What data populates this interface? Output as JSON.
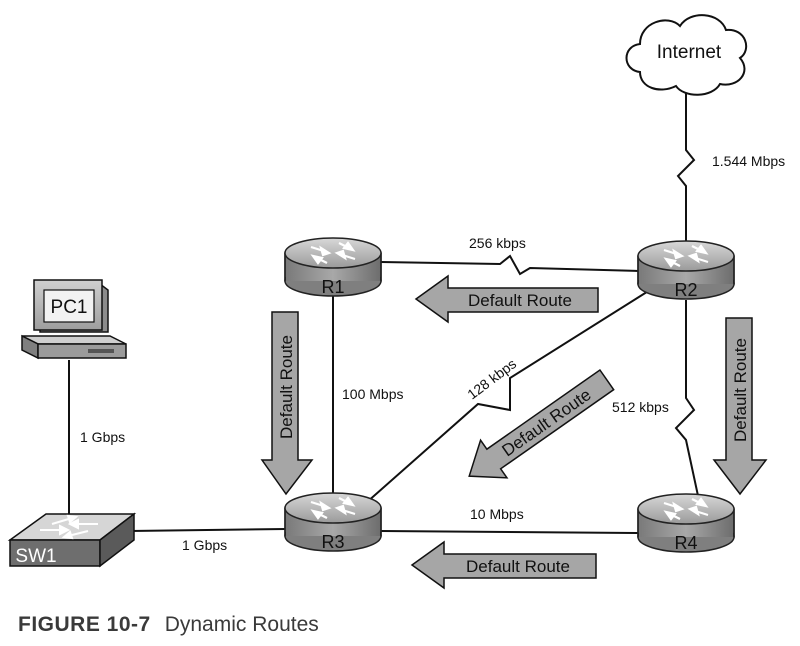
{
  "devices": {
    "internet": "Internet",
    "pc1": "PC1",
    "sw1": "SW1",
    "r1": "R1",
    "r2": "R2",
    "r3": "R3",
    "r4": "R4"
  },
  "links": {
    "internet_r2": "1.544 Mbps",
    "r1_r2": "256 kbps",
    "r2_r3": "128 kbps",
    "r2_r4": "512 kbps",
    "r1_r3": "100 Mbps",
    "r3_r4": "10 Mbps",
    "pc1_sw1": "1 Gbps",
    "sw1_r3": "1 Gbps"
  },
  "arrows": {
    "r2_to_r1": "Default Route",
    "r1_to_r3": "Default Route",
    "r2_to_r3": "Default Route",
    "r2_to_r4": "Default Route",
    "r4_to_r3": "Default Route"
  },
  "caption": {
    "figure": "FIGURE 10-7",
    "title": "Dynamic Routes"
  },
  "colors": {
    "arrow_fill": "#a6a6a6",
    "router_fill": "#8f8f8f",
    "switch_fill": "#7d7d7d"
  }
}
